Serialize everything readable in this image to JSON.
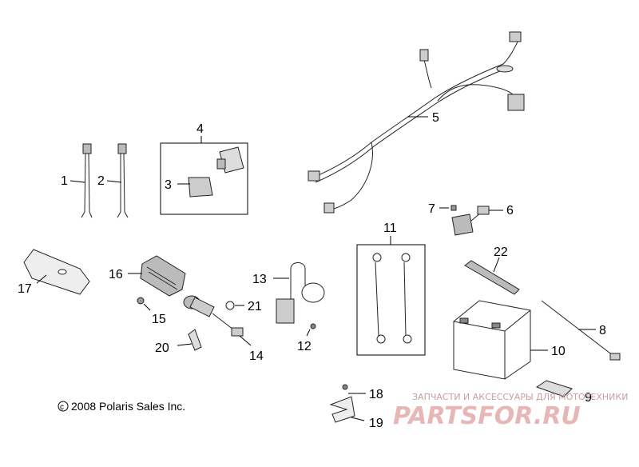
{
  "diagram": {
    "copyright": "2008 Polaris Sales Inc.",
    "copyright_symbol": "c",
    "watermark": {
      "top_text": "ЗАПЧАСТИ И АКСЕССУАРЫ ДЛЯ МОТОТЕХНИКИ",
      "logo_text": "PARTSFOR.RU"
    },
    "callouts": [
      "1",
      "2",
      "3",
      "4",
      "5",
      "6",
      "7",
      "8",
      "9",
      "10",
      "11",
      "12",
      "13",
      "14",
      "15",
      "16",
      "17",
      "18",
      "19",
      "20",
      "21",
      "22"
    ]
  }
}
